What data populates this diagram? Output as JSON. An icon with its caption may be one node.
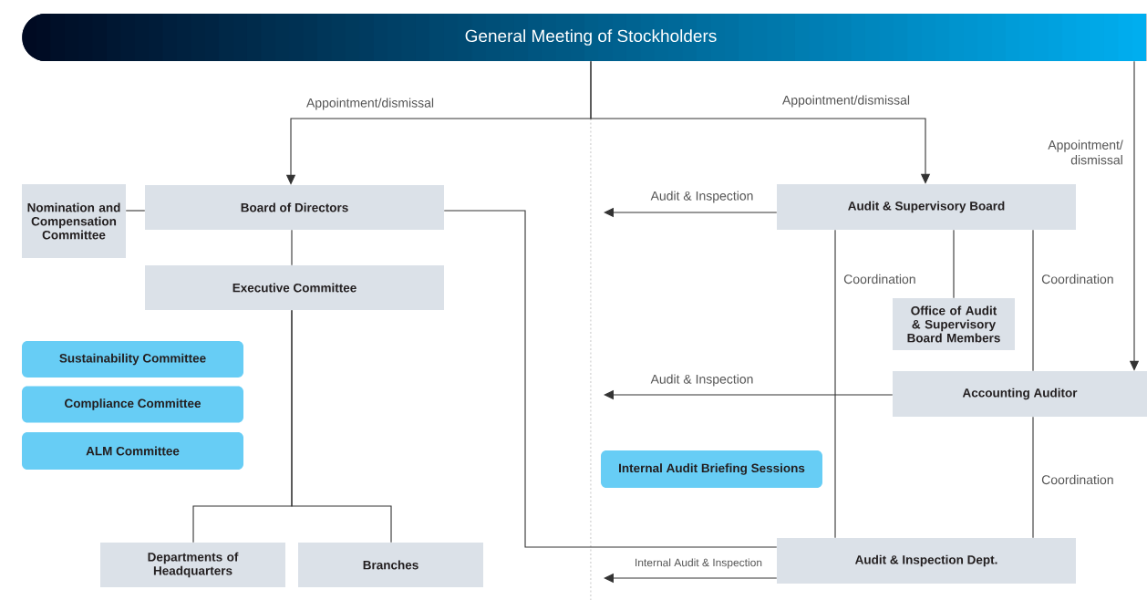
{
  "diagram": {
    "nodes": [
      {
        "text": [
          "General Meeting of Stockholders"
        ]
      },
      {
        "text": [
          "Nomination and Compensation Committee"
        ]
      },
      {
        "text": [
          "Board of Directors"
        ]
      },
      {
        "text": [
          "Executive Committee"
        ]
      },
      {
        "text": [
          "Sustainability Committee"
        ]
      },
      {
        "text": [
          "Compliance Committee"
        ]
      },
      {
        "text": [
          "ALM Committee"
        ]
      },
      {
        "text": [
          "Departments of Headquarters"
        ]
      },
      {
        "text": [
          "Branches"
        ]
      },
      {
        "text": [
          "Audit & Supervisory Board"
        ]
      },
      {
        "text": [
          "Office of Audit & Supervisory Board Members"
        ]
      },
      {
        "text": [
          "Accounting Auditor"
        ]
      },
      {
        "text": [
          "Internal Audit Briefing Sessions"
        ]
      },
      {
        "text": [
          "Audit & Inspection Dept."
        ]
      }
    ],
    "edges": [
      {
        "from": 0,
        "to": 2,
        "arrow": "to",
        "label": "Appointment/dismissal"
      },
      {
        "from": 0,
        "to": 9,
        "arrow": "to",
        "label": "Appointment/dismissal"
      },
      {
        "from": 0,
        "to": 11,
        "arrow": "to",
        "label": "Appointment/ dismissal"
      },
      {
        "from": 1,
        "to": 2,
        "arrow": "none"
      },
      {
        "from": 2,
        "to": 3,
        "arrow": "none"
      },
      {
        "from": 3,
        "to": 7,
        "arrow": "none"
      },
      {
        "from": 3,
        "to": 8,
        "arrow": "none"
      },
      {
        "from": 2,
        "to": 13,
        "arrow": "none"
      },
      {
        "from": 9,
        "to": null,
        "arrow": "to",
        "label": "Audit & Inspection"
      },
      {
        "from": 11,
        "to": null,
        "arrow": "to",
        "label": "Audit & Inspection"
      },
      {
        "from": 13,
        "to": null,
        "arrow": "to",
        "label": "Internal Audit & Inspection"
      },
      {
        "from": 9,
        "to": 13,
        "arrow": "none",
        "label": "Coordination"
      },
      {
        "from": 9,
        "to": 10,
        "arrow": "none"
      },
      {
        "from": 9,
        "to": 11,
        "arrow": "none",
        "label": "Coordination"
      },
      {
        "from": 11,
        "to": 13,
        "arrow": "none",
        "label": "Coordination"
      }
    ]
  }
}
